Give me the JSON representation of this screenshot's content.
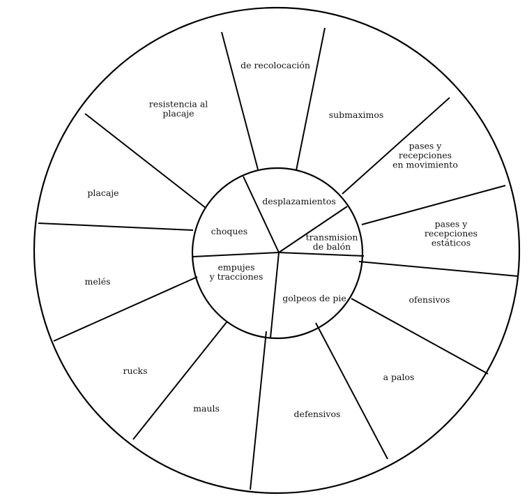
{
  "colors": {
    "line": "#000000",
    "text": "#111111",
    "background": "#ffffff"
  },
  "inner": {
    "desplazamientos": [
      "desplazamientos"
    ],
    "transmision": [
      "transmision",
      "de balón"
    ],
    "golpeos": [
      "golpeos de pie"
    ],
    "empujes": [
      "empujes",
      "y tracciones"
    ],
    "choques": [
      "choques"
    ]
  },
  "outer": {
    "recolocacion": [
      "de recolocación"
    ],
    "submaximos": [
      "submaximos"
    ],
    "pases_movimiento": [
      "pases y",
      "recepciones",
      "en movimiento"
    ],
    "pases_estaticos": [
      "pases y",
      "recepciones",
      "estáticos"
    ],
    "ofensivos": [
      "ofensivos"
    ],
    "a_palos": [
      "a palos"
    ],
    "defensivos": [
      "defensivos"
    ],
    "mauls": [
      "mauls"
    ],
    "rucks": [
      "rucks"
    ],
    "meles": [
      "melés"
    ],
    "placaje": [
      "placaje"
    ],
    "resistencia": [
      "resistencia al",
      "placaje"
    ]
  }
}
